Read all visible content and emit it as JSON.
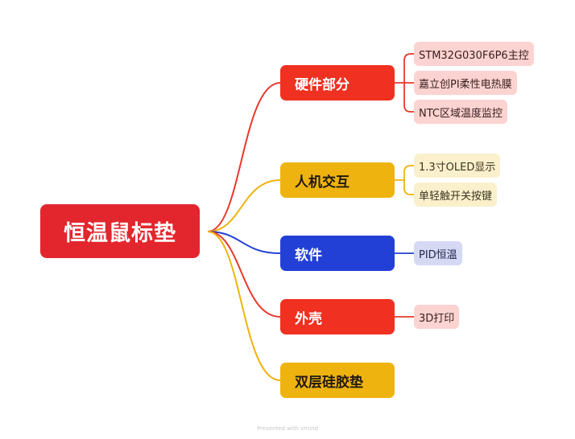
{
  "root": {
    "label": "恒温鼠标垫"
  },
  "branches": [
    {
      "label": "硬件部分",
      "color": "red",
      "leaves": [
        "STM32G030F6P6主控",
        "嘉立创PI柔性电热膜",
        "NTC区域温度监控"
      ]
    },
    {
      "label": "人机交互",
      "color": "yellow",
      "leaves": [
        "1.3寸OLED显示",
        "单轻触开关按键"
      ]
    },
    {
      "label": "软件",
      "color": "blue",
      "leaves": [
        "PID恒温"
      ]
    },
    {
      "label": "外壳",
      "color": "red",
      "leaves": [
        "3D打印"
      ]
    },
    {
      "label": "双层硅胶垫",
      "color": "yellow",
      "leaves": []
    }
  ],
  "colors": {
    "red_line": "#e8392c",
    "yellow_line": "#efb30f",
    "blue_line": "#2340d6"
  },
  "footer": {
    "text": "Presented with xmind"
  }
}
